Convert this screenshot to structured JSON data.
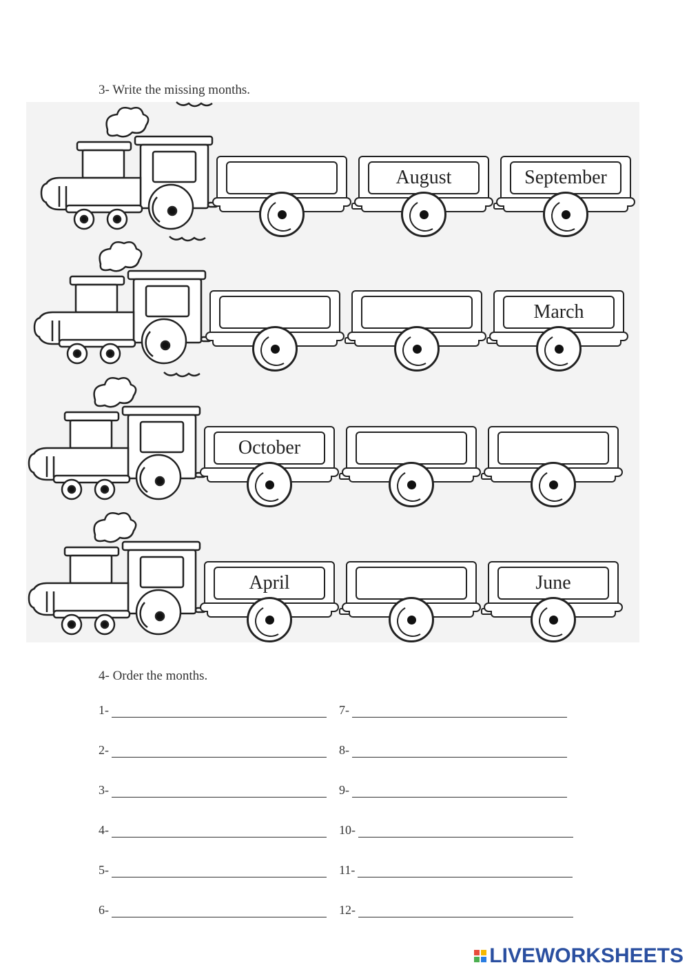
{
  "exercise3": {
    "heading": "3- Write the missing months.",
    "trains": [
      {
        "cars": [
          "",
          "August",
          "September"
        ]
      },
      {
        "cars": [
          "",
          "",
          "March"
        ]
      },
      {
        "cars": [
          "October",
          "",
          ""
        ]
      },
      {
        "cars": [
          "April",
          "",
          "June"
        ]
      }
    ]
  },
  "exercise4": {
    "heading": "4- Order the months.",
    "left": [
      "1-",
      "2-",
      "3-",
      "4-",
      "5-",
      "6-"
    ],
    "right": [
      "7-",
      "8-",
      "9-",
      "10-",
      "11-",
      "12-"
    ]
  },
  "brand": {
    "name": "LIVEWORKSHEETS",
    "colors": [
      "#e94b3c",
      "#f5b800",
      "#4caf50",
      "#2a7de1"
    ],
    "text_color": "#2a4fa0"
  }
}
